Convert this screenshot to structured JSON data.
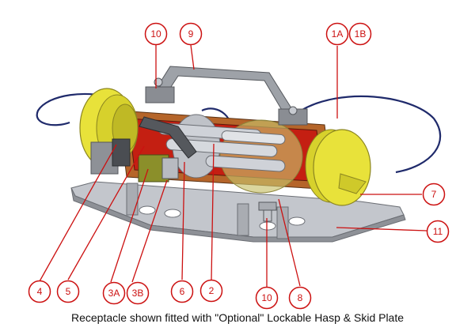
{
  "colors": {
    "accent_red": "#cc1111",
    "cap_yellow": "#e8e23a",
    "steel": "#b9bcc2",
    "body_copper": "#b5652a",
    "inner_red": "#c41f12",
    "cable_blue": "#1f2a6b"
  },
  "callouts": {
    "c10_top": "10",
    "c9": "9",
    "c1a": "1A",
    "c1b": "1B",
    "c7": "7",
    "c11": "11",
    "c8": "8",
    "c10_bottom": "10",
    "c2": "2",
    "c6": "6",
    "c3b": "3B",
    "c3a": "3A",
    "c5": "5",
    "c4": "4"
  },
  "caption": "Receptacle shown fitted with \"Optional\" Lockable Hasp & Skid Plate"
}
